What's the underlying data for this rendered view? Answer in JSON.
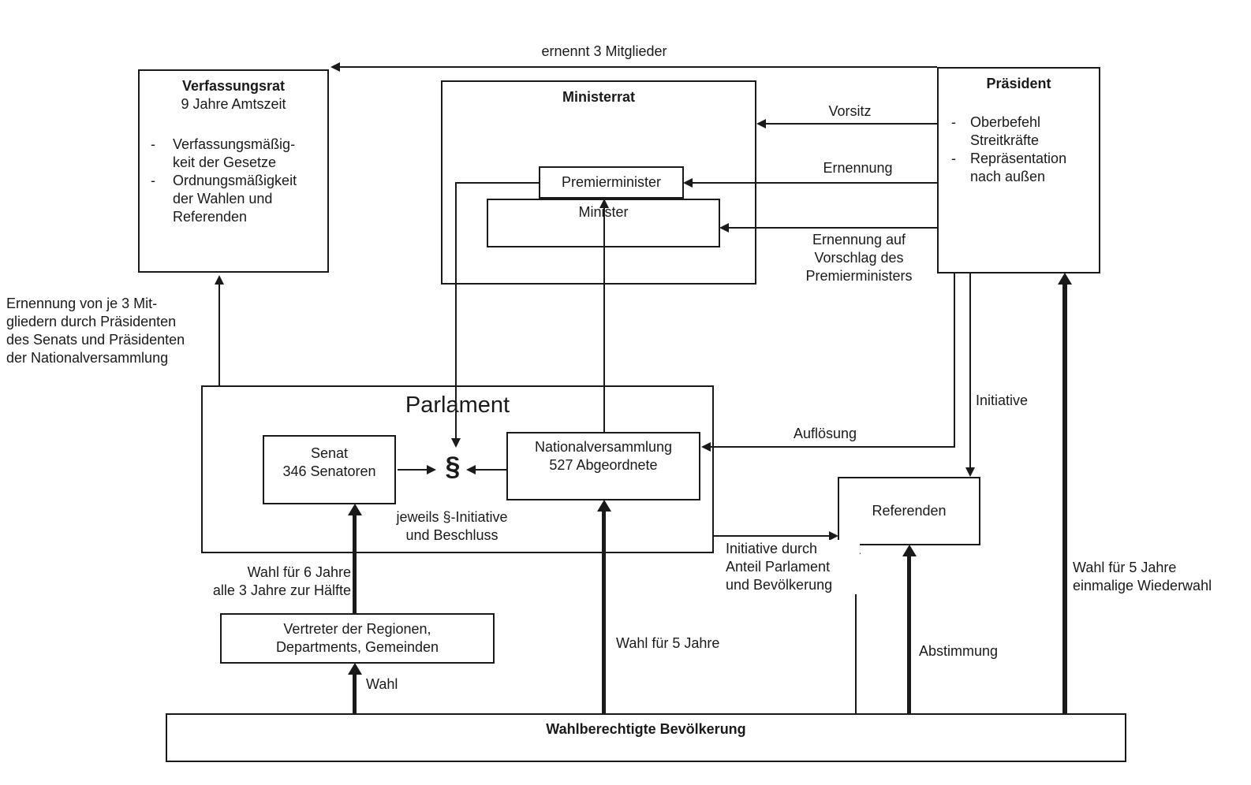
{
  "boxes": {
    "verfassungsrat": {
      "title": "Verfassungsrat",
      "subtitle": "9 Jahre Amtszeit",
      "bullet": "-",
      "items": [
        "Verfassungsmäßig-\nkeit der Gesetze",
        "Ordnungsmäßigkeit\nder Wahlen und\nReferenden"
      ]
    },
    "ministerrat": {
      "title": "Ministerrat"
    },
    "premierminister": {
      "title": "Premierminister"
    },
    "minister": {
      "title": "Minister"
    },
    "praesident": {
      "title": "Präsident",
      "bullet": "-",
      "items": [
        "Oberbefehl\nStreitkräfte",
        "Repräsentation\nnach außen"
      ]
    },
    "parlament": {
      "title": "Parlament",
      "paragraph_symbol": "§"
    },
    "senat": {
      "line1": "Senat",
      "line2": "346 Senatoren"
    },
    "nationalversammlung": {
      "line1": "Nationalversammlung",
      "line2": "527 Abgeordnete"
    },
    "referenden": {
      "title": "Referenden"
    },
    "vertreter": {
      "title": "Vertreter der Regionen,\nDepartments, Gemeinden"
    },
    "wahlberechtigte": {
      "title": "Wahlberechtigte Bevölkerung"
    }
  },
  "edge_labels": {
    "ernennt_mitglieder": "ernennt 3 Mitglieder",
    "vorsitz": "Vorsitz",
    "ernennung": "Ernennung",
    "ernennung_vorschlag": "Ernennung auf\nVorschlag des\nPremierministers",
    "aufloesung": "Auflösung",
    "initiative": "Initiative",
    "initiative_durch": "Initiative durch\nAnteil Parlament\nund Bevölkerung",
    "jeweils_initiative": "jeweils §-Initiative\nund Beschluss",
    "ernennung_drei": "Ernennung von je 3 Mit-\ngliedern durch Präsidenten\ndes Senats und Präsidenten\nder Nationalversammlung",
    "wahl_sechs": "Wahl für 6 Jahre\nalle 3 Jahre zur Hälfte",
    "wahl": "Wahl",
    "wahl_fuenf": "Wahl für 5 Jahre",
    "abstimmung": "Abstimmung",
    "wahl_fuenf_wiederwahl": "Wahl für 5 Jahre\neinmalige Wiederwahl"
  },
  "colors": {
    "line": "#1a1a1a",
    "background": "#ffffff"
  }
}
